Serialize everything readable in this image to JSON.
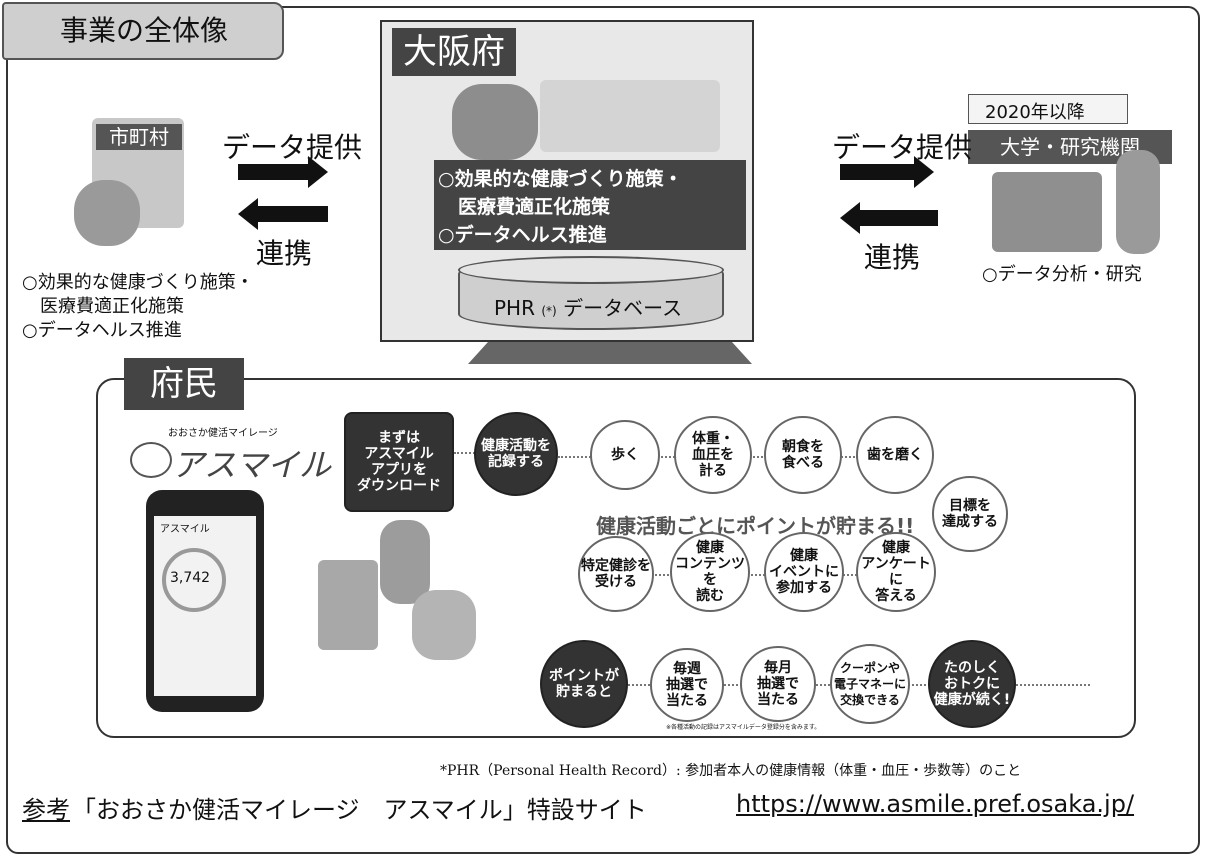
{
  "title_tag": "事業の全体像",
  "left_block": {
    "label": "市町村",
    "data_provide": "データ提供",
    "cooperation": "連携",
    "items_line1": "○効果的な健康づくり施策・",
    "items_line2": "医療費適正化施策",
    "items_line3": "○データヘルス推進"
  },
  "center_block": {
    "label": "大阪府",
    "items_line1": "○効果的な健康づくり施策・",
    "items_line2": "医療費適正化施策",
    "items_line3": "○データヘルス推進",
    "database": "PHR",
    "database_mark": "(*)",
    "database_suffix": "データベース"
  },
  "right_block": {
    "year_tag": "2020年以降",
    "label": "大学・研究機関",
    "data_provide": "データ提供",
    "cooperation": "連携",
    "item": "○データ分析・研究"
  },
  "citizens": {
    "label": "府民",
    "app_small": "おおさか健活マイレージ",
    "app_name": "アスマイル",
    "download": "まずは\nアスマイル\nアプリを\nダウンロード",
    "record": "健康活動を\n記録する",
    "steps_top": [
      "歩く",
      "体重・\n血圧を\n計る",
      "朝食を\n食べる",
      "歯を磨く"
    ],
    "goal": "目標を\n達成する",
    "banner": "健康活動ごとにポイントが貯まる!!",
    "steps_mid": [
      "特定健診を\n受ける",
      "健康\nコンテンツを\n読む",
      "健康\nイベントに\n参加する",
      "健康\nアンケートに\n答える"
    ],
    "points": "ポイントが\n貯まると",
    "rewards": [
      "毎週\n抽選で\n当たる",
      "毎月\n抽選で\n当たる",
      "クーポンや\n電子マネーに\n交換できる"
    ],
    "happy": "たのしく\nおトクに\n健康が続く!",
    "phone_header": "アスマイル",
    "phone_points": "3,742",
    "fineprint": "※各種活動の記録はアスマイルデータ登録分を含みます。"
  },
  "footnote": "*PHR（Personal Health Record）: 参加者本人の健康情報（体重・血圧・歩数等）のこと",
  "reference_label": "参考",
  "reference_text": "「おおさか健活マイレージ　アスマイル」特設サイト",
  "reference_url": "https://www.asmile.pref.osaka.jp/"
}
